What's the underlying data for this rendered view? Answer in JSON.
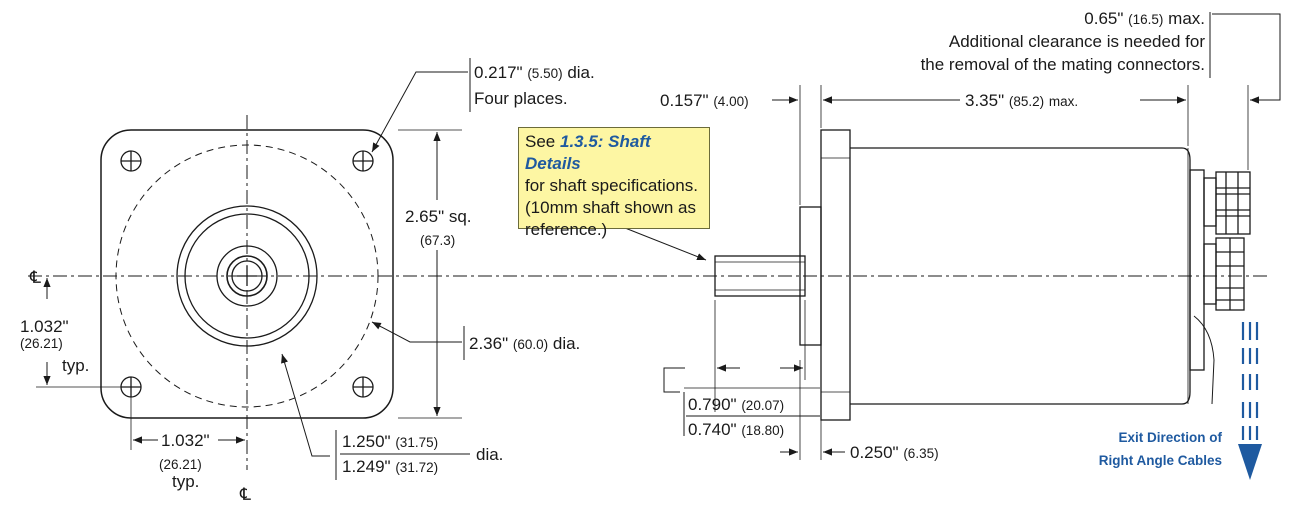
{
  "front_view": {
    "mount_hole": {
      "line1_main": "0.217\"",
      "line1_metric": "(5.50)",
      "line1_suffix": "dia.",
      "line2": "Four places."
    },
    "square": {
      "main": "2.65\" sq.",
      "metric": "(67.3)"
    },
    "bolt_circle": {
      "main": "2.36\"",
      "metric": "(60.0)",
      "suffix": "dia."
    },
    "pilot": {
      "upper_main": "1.250\"",
      "upper_metric": "(31.75)",
      "lower_main": "1.249\"",
      "lower_metric": "(31.72)",
      "suffix": "dia."
    },
    "vertical_offset": {
      "main": "1.032\"",
      "metric": "(26.21)",
      "suffix": "typ."
    },
    "horizontal_offset": {
      "main": "1.032\"",
      "metric": "(26.21)",
      "suffix": "typ."
    },
    "centerline_symbol": "℄"
  },
  "side_view": {
    "connector_clearance": {
      "main": "0.65\"",
      "metric": "(16.5)",
      "suffix": "max.",
      "note_line1": "Additional clearance is needed for",
      "note_line2": "the removal of the mating connectors."
    },
    "flange_thickness": {
      "main": "0.157\"",
      "metric": "(4.00)"
    },
    "body_length": {
      "main": "3.35\"",
      "metric": "(85.2)",
      "suffix": "max."
    },
    "shaft_length": {
      "upper_main": "0.790\"",
      "upper_metric": "(20.07)",
      "lower_main": "0.740\"",
      "lower_metric": "(18.80)"
    },
    "pilot_depth": {
      "main": "0.250\"",
      "metric": "(6.35)"
    },
    "shaft_note": {
      "prefix": "See ",
      "link": "1.3.5: Shaft Details",
      "line2": "for shaft specifications.",
      "line3": "(10mm shaft shown as",
      "line4": "reference.)"
    },
    "exit_direction": {
      "line1": "Exit Direction of",
      "line2": "Right Angle Cables"
    }
  },
  "colors": {
    "accent": "#1f5aa0",
    "note_fill": "#fdf6a3",
    "line": "#1a1a1a",
    "arrow_blue": "#1f5aa0"
  }
}
